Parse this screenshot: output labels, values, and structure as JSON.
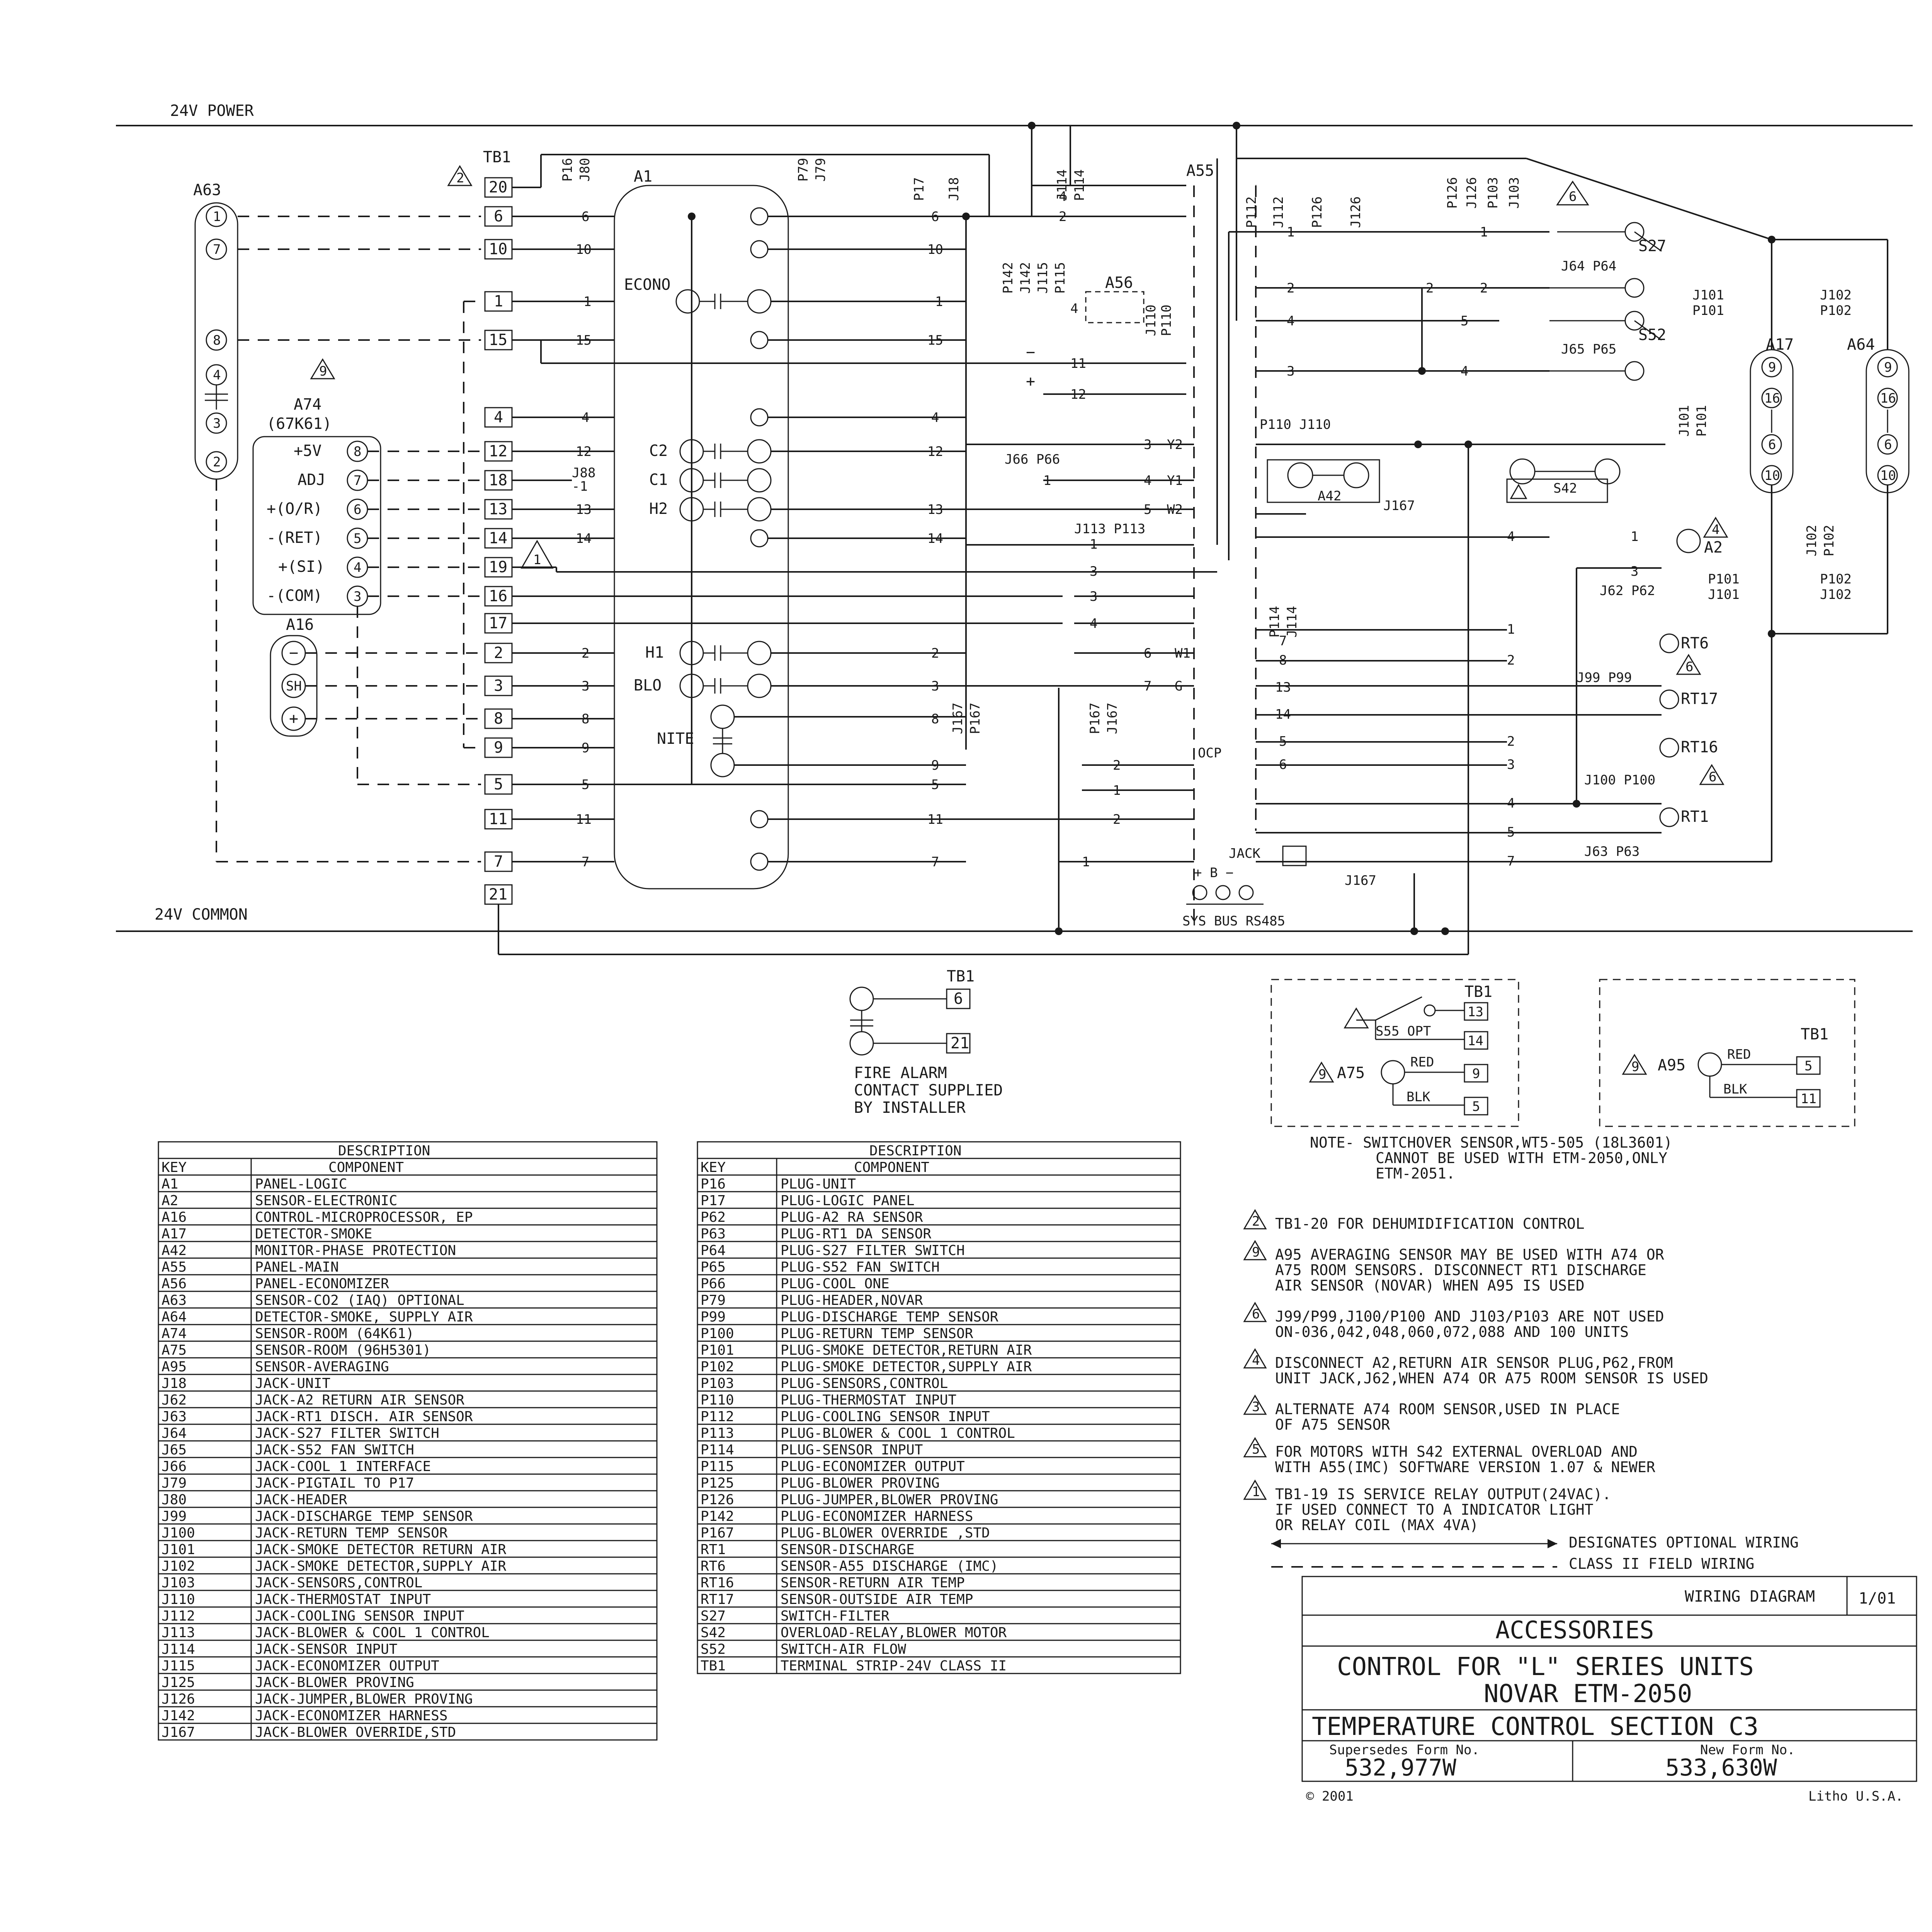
{
  "diagram": {
    "rails": {
      "top": "24V POWER",
      "bottom": "24V COMMON"
    },
    "a63": {
      "name": "A63",
      "terminals": [
        "1",
        "7",
        "8",
        "4",
        "3",
        "2"
      ]
    },
    "a74": {
      "name": "A74",
      "sub": "(67K61)",
      "rows": [
        "+5V",
        "ADJ",
        "+(O/R)",
        "-(RET)",
        "+(SI)",
        "-(COM)"
      ],
      "nums": [
        "8",
        "7",
        "6",
        "5",
        "4",
        "3"
      ]
    },
    "a16": {
      "name": "A16",
      "pins": [
        "−",
        "SH",
        "+"
      ]
    },
    "tb1": {
      "name": "TB1",
      "terminals": [
        "20",
        "6",
        "10",
        "1",
        "15",
        "4",
        "12",
        "18",
        "13",
        "14",
        "19",
        "16",
        "17",
        "2",
        "3",
        "8",
        "9",
        "5",
        "11",
        "7",
        "21"
      ]
    },
    "a1": {
      "name": "A1",
      "plugs": [
        "P16",
        "J80",
        "P79",
        "J79"
      ],
      "econo": "ECONO",
      "relays": [
        "C2",
        "C1",
        "H2",
        "H1",
        "BLO",
        "NITE"
      ]
    },
    "center_plugs": [
      "P17",
      "J18",
      "J114",
      "P114",
      "P142",
      "J142",
      "J115",
      "P115"
    ],
    "a56": "A56",
    "a55": "A55",
    "a55_plugs": [
      "P112",
      "J112",
      "P126",
      "J126",
      "P126",
      "J126",
      "P103",
      "J103"
    ],
    "j110": [
      "J110",
      "P110"
    ],
    "thermostat": [
      "Y2",
      "Y1",
      "W2",
      "W1",
      "G",
      "OCP"
    ],
    "j113": "J113 P113",
    "j66": "J66 P66",
    "j167": [
      "J167",
      "P167",
      "P167",
      "J167"
    ],
    "p110": "P110 J110",
    "a42": "A42",
    "j167b": "J167",
    "s42": "S42",
    "s27": "S27",
    "j64": "J64 P64",
    "s52": "S52",
    "j65": "J65 P65",
    "a17": "A17",
    "a64": "A64",
    "j101": [
      "J101",
      "P101",
      "J101",
      "P101",
      "P101",
      "J101"
    ],
    "j102": [
      "J102",
      "P102",
      "J102",
      "P102",
      "P102",
      "J102"
    ],
    "smoke_pins": [
      "9",
      "16",
      "6",
      "10"
    ],
    "j114b": [
      "P114",
      "J114"
    ],
    "a2": "A2",
    "j62": "J62 P62",
    "rt6": "RT6",
    "j99": "J99 P99",
    "rt17": "RT17",
    "rt16": "RT16",
    "j100": "J100 P100",
    "rt1": "RT1",
    "j63": "J63 P63",
    "jack": "JACK",
    "sysbus": "SYS BUS RS485",
    "tb1b": "TB1",
    "fire": [
      "FIRE ALARM",
      "CONTACT SUPPLIED",
      "BY INSTALLER"
    ],
    "fire_terms": [
      "6",
      "21"
    ],
    "inset1": {
      "tb": "TB1",
      "opt": "S55 OPT",
      "a75": "A75",
      "red": "RED",
      "blk": "BLK",
      "terms": [
        "13",
        "14",
        "9",
        "5"
      ]
    },
    "inset2": {
      "tb": "TB1",
      "a95": "A95",
      "red": "RED",
      "blk": "BLK",
      "terms": [
        "5",
        "11"
      ]
    },
    "switchover_note": [
      "NOTE- SWITCHOVER SENSOR,WT5-505 (18L3601)",
      "CANNOT BE USED WITH ETM-2050,ONLY",
      "ETM-2051."
    ],
    "notes": [
      [
        "TB1-20 FOR DEHUMIDIFICATION CONTROL"
      ],
      [
        "A95 AVERAGING SENSOR MAY BE USED WITH A74 OR",
        "A75 ROOM SENSORS. DISCONNECT RT1 DISCHARGE",
        "AIR SENSOR (NOVAR) WHEN A95 IS USED"
      ],
      [
        "J99/P99,J100/P100 AND J103/P103 ARE NOT USED",
        "ON-036,042,048,060,072,088 AND 100 UNITS"
      ],
      [
        "DISCONNECT A2,RETURN AIR SENSOR PLUG,P62,FROM",
        "UNIT JACK,J62,WHEN A74 OR A75 ROOM SENSOR IS USED"
      ],
      [
        "ALTERNATE A74 ROOM SENSOR,USED IN PLACE",
        "OF A75 SENSOR"
      ],
      [
        "FOR MOTORS WITH S42 EXTERNAL OVERLOAD AND",
        "WITH A55(IMC) SOFTWARE VERSION 1.07 & NEWER"
      ],
      [
        "TB1-19 IS SERVICE RELAY OUTPUT(24VAC).",
        "IF USED CONNECT TO A INDICATOR LIGHT",
        "OR RELAY COIL (MAX 4VA)"
      ]
    ],
    "note_marks": [
      "2",
      "9",
      "6",
      "4",
      "3",
      "5",
      "1"
    ],
    "legend": [
      "DESIGNATES OPTIONAL WIRING",
      "CLASS II FIELD WIRING"
    ]
  },
  "table1": {
    "title": "DESCRIPTION",
    "headers": [
      "KEY",
      "COMPONENT"
    ],
    "rows": [
      [
        "A1",
        "PANEL-LOGIC"
      ],
      [
        "A2",
        "SENSOR-ELECTRONIC"
      ],
      [
        "A16",
        "CONTROL-MICROPROCESSOR, EP"
      ],
      [
        "A17",
        "DETECTOR-SMOKE"
      ],
      [
        "A42",
        "MONITOR-PHASE PROTECTION"
      ],
      [
        "A55",
        "PANEL-MAIN"
      ],
      [
        "A56",
        "PANEL-ECONOMIZER"
      ],
      [
        "A63",
        "SENSOR-CO2 (IAQ) OPTIONAL"
      ],
      [
        "A64",
        "DETECTOR-SMOKE, SUPPLY AIR"
      ],
      [
        "A74",
        "SENSOR-ROOM (64K61)"
      ],
      [
        "A75",
        "SENSOR-ROOM (96H5301)"
      ],
      [
        "A95",
        "SENSOR-AVERAGING"
      ],
      [
        "J18",
        "JACK-UNIT"
      ],
      [
        "J62",
        "JACK-A2 RETURN AIR SENSOR"
      ],
      [
        "J63",
        "JACK-RT1 DISCH. AIR SENSOR"
      ],
      [
        "J64",
        "JACK-S27 FILTER SWITCH"
      ],
      [
        "J65",
        "JACK-S52 FAN SWITCH"
      ],
      [
        "J66",
        "JACK-COOL 1 INTERFACE"
      ],
      [
        "J79",
        "JACK-PIGTAIL TO P17"
      ],
      [
        "J80",
        "JACK-HEADER"
      ],
      [
        "J99",
        "JACK-DISCHARGE TEMP SENSOR"
      ],
      [
        "J100",
        "JACK-RETURN TEMP SENSOR"
      ],
      [
        "J101",
        "JACK-SMOKE DETECTOR RETURN AIR"
      ],
      [
        "J102",
        "JACK-SMOKE DETECTOR,SUPPLY AIR"
      ],
      [
        "J103",
        "JACK-SENSORS,CONTROL"
      ],
      [
        "J110",
        "JACK-THERMOSTAT INPUT"
      ],
      [
        "J112",
        "JACK-COOLING SENSOR INPUT"
      ],
      [
        "J113",
        "JACK-BLOWER & COOL 1 CONTROL"
      ],
      [
        "J114",
        "JACK-SENSOR INPUT"
      ],
      [
        "J115",
        "JACK-ECONOMIZER OUTPUT"
      ],
      [
        "J125",
        "JACK-BLOWER PROVING"
      ],
      [
        "J126",
        "JACK-JUMPER,BLOWER PROVING"
      ],
      [
        "J142",
        "JACK-ECONOMIZER HARNESS"
      ],
      [
        "J167",
        "JACK-BLOWER OVERRIDE,STD"
      ]
    ]
  },
  "table2": {
    "title": "DESCRIPTION",
    "headers": [
      "KEY",
      "COMPONENT"
    ],
    "rows": [
      [
        "P16",
        "PLUG-UNIT"
      ],
      [
        "P17",
        "PLUG-LOGIC PANEL"
      ],
      [
        "P62",
        "PLUG-A2 RA SENSOR"
      ],
      [
        "P63",
        "PLUG-RT1 DA SENSOR"
      ],
      [
        "P64",
        "PLUG-S27 FILTER SWITCH"
      ],
      [
        "P65",
        "PLUG-S52 FAN SWITCH"
      ],
      [
        "P66",
        "PLUG-COOL ONE"
      ],
      [
        "P79",
        "PLUG-HEADER,NOVAR"
      ],
      [
        "P99",
        "PLUG-DISCHARGE TEMP SENSOR"
      ],
      [
        "P100",
        "PLUG-RETURN TEMP SENSOR"
      ],
      [
        "P101",
        "PLUG-SMOKE DETECTOR,RETURN AIR"
      ],
      [
        "P102",
        "PLUG-SMOKE DETECTOR,SUPPLY AIR"
      ],
      [
        "P103",
        "PLUG-SENSORS,CONTROL"
      ],
      [
        "P110",
        "PLUG-THERMOSTAT INPUT"
      ],
      [
        "P112",
        "PLUG-COOLING SENSOR INPUT"
      ],
      [
        "P113",
        "PLUG-BLOWER & COOL 1 CONTROL"
      ],
      [
        "P114",
        "PLUG-SENSOR INPUT"
      ],
      [
        "P115",
        "PLUG-ECONOMIZER OUTPUT"
      ],
      [
        "P125",
        "PLUG-BLOWER PROVING"
      ],
      [
        "P126",
        "PLUG-JUMPER,BLOWER PROVING"
      ],
      [
        "P142",
        "PLUG-ECONOMIZER HARNESS"
      ],
      [
        "P167",
        "PLUG-BLOWER OVERRIDE ,STD"
      ],
      [
        "RT1",
        "SENSOR-DISCHARGE"
      ],
      [
        "RT6",
        "SENSOR-A55 DISCHARGE (IMC)"
      ],
      [
        "RT16",
        "SENSOR-RETURN AIR TEMP"
      ],
      [
        "RT17",
        "SENSOR-OUTSIDE AIR TEMP"
      ],
      [
        "S27",
        "SWITCH-FILTER"
      ],
      [
        "S42",
        "OVERLOAD-RELAY,BLOWER MOTOR"
      ],
      [
        "S52",
        "SWITCH-AIR FLOW"
      ],
      [
        "TB1",
        "TERMINAL STRIP-24V CLASS II"
      ]
    ]
  },
  "title_block": {
    "header": "WIRING DIAGRAM",
    "date": "1/01",
    "section": "ACCESSORIES",
    "title1": "CONTROL FOR \"L\" SERIES UNITS",
    "title2": "NOVAR ETM-2050",
    "subtitle": "TEMPERATURE CONTROL SECTION C3",
    "supersedes_label": "Supersedes Form No.",
    "supersedes": "532,977W",
    "new_form_label": "New Form No.",
    "new_form": "533,630W",
    "copyright": "© 2001",
    "litho": "Litho U.S.A."
  }
}
